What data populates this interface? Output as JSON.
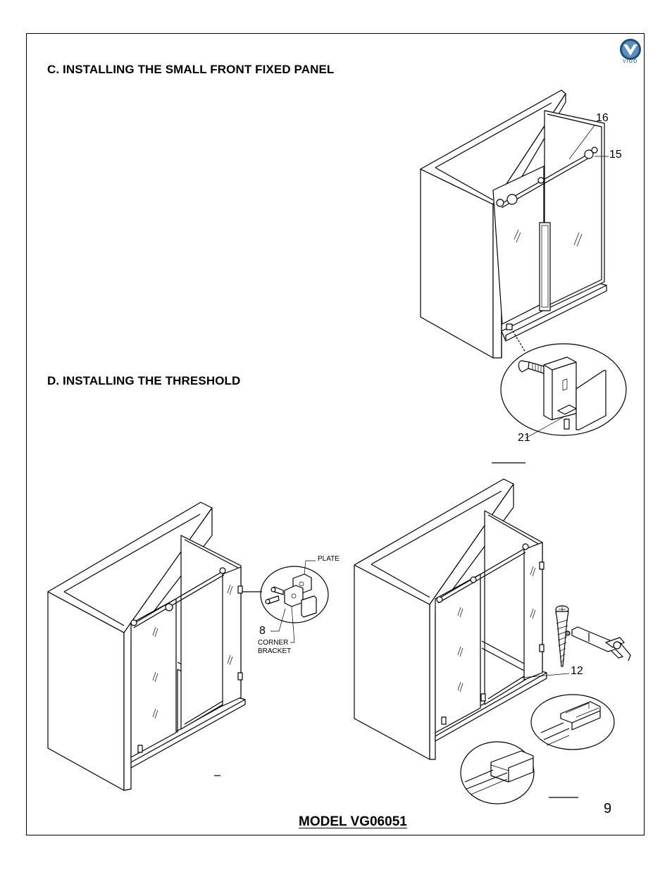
{
  "sections": {
    "c_title": "C. INSTALLING THE SMALL FRONT FIXED PANEL",
    "d_title": "D. INSTALLING THE THRESHOLD"
  },
  "logo": {
    "text": "VIGO",
    "color": "#1a4f7a"
  },
  "callouts": {
    "c16": "16",
    "c15": "15",
    "c21": "21",
    "c8": "8",
    "c12": "12",
    "plate": "PLATE",
    "corner_1": "CORNER",
    "corner_2": "BRACKET"
  },
  "footer": {
    "page_number": "9",
    "model": "MODEL VG06051"
  }
}
